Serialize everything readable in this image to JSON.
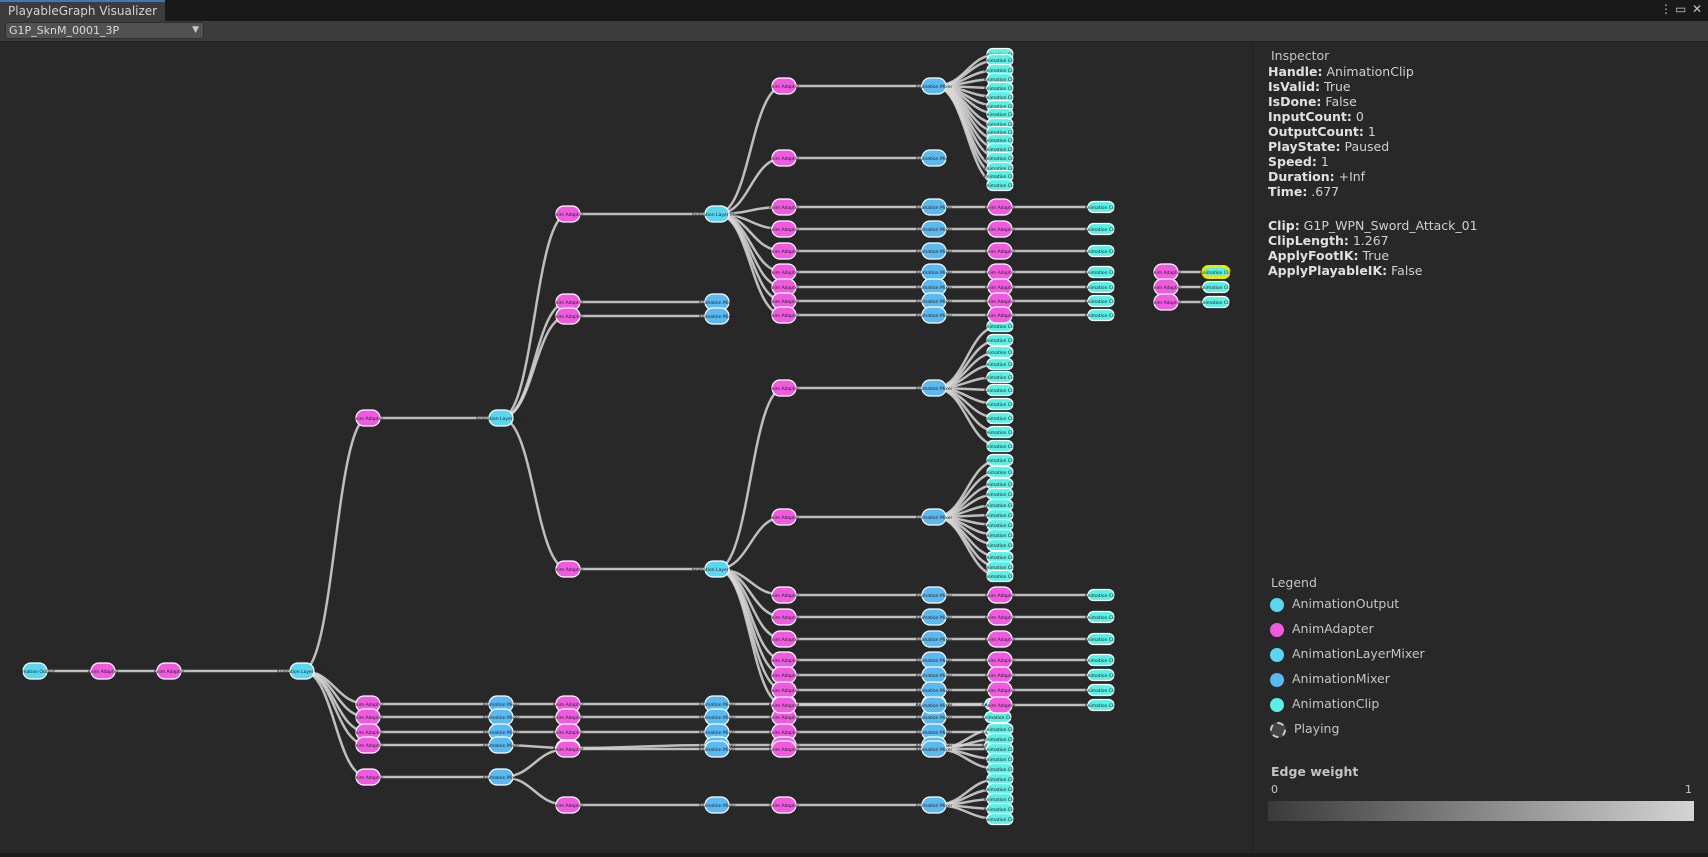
{
  "window": {
    "tab_title": "PlayableGraph Visualizer",
    "menu_icon": "kebab-menu-icon",
    "maximize_icon": "maximize-icon",
    "close_icon": "close-icon"
  },
  "toolbar": {
    "graph_select_value": "G1P_SknM_0001_3P"
  },
  "graph": {
    "type_labels": {
      "output": "Animation Output",
      "adapter": "Anim Adapter",
      "layer_mixer": "Animation Layer Mixer",
      "mixer": "Animation Mixer",
      "clip": "Animation Clip"
    },
    "colors": {
      "output": "#5ad7f0",
      "adapter": "#f05ae0",
      "layer_mixer": "#5ad7f0",
      "mixer": "#5ab9f0",
      "clip": "#5af0e6",
      "selected_outline": "#f0e600",
      "edge": "#d8d8d8"
    }
  },
  "inspector": {
    "title": "Inspector",
    "properties": [
      {
        "key": "Handle:",
        "value": "AnimationClip"
      },
      {
        "key": "IsValid:",
        "value": "True"
      },
      {
        "key": "IsDone:",
        "value": "False"
      },
      {
        "key": "InputCount:",
        "value": "0"
      },
      {
        "key": "OutputCount:",
        "value": "1"
      },
      {
        "key": "PlayState:",
        "value": "Paused"
      },
      {
        "key": "Speed:",
        "value": "1"
      },
      {
        "key": "Duration:",
        "value": "+Inf"
      },
      {
        "key": "Time:",
        "value": ".677"
      }
    ],
    "clip_properties": [
      {
        "key": "Clip:",
        "value": "G1P_WPN_Sword_Attack_01"
      },
      {
        "key": "ClipLength:",
        "value": "1.267"
      },
      {
        "key": "ApplyFootIK:",
        "value": "True"
      },
      {
        "key": "ApplyPlayableIK:",
        "value": "False"
      }
    ]
  },
  "legend": {
    "title": "Legend",
    "items": [
      {
        "label": "AnimationOutput",
        "color": "#5ad7f0"
      },
      {
        "label": "AnimAdapter",
        "color": "#f05ae0"
      },
      {
        "label": "AnimationLayerMixer",
        "color": "#5ad7f0"
      },
      {
        "label": "AnimationMixer",
        "color": "#5ab9f0"
      },
      {
        "label": "AnimationClip",
        "color": "#5af0e6"
      },
      {
        "label": "Playing",
        "color": "#444444"
      }
    ],
    "edge_weight_title": "Edge weight",
    "edge_weight_min": "0",
    "edge_weight_max": "1"
  }
}
